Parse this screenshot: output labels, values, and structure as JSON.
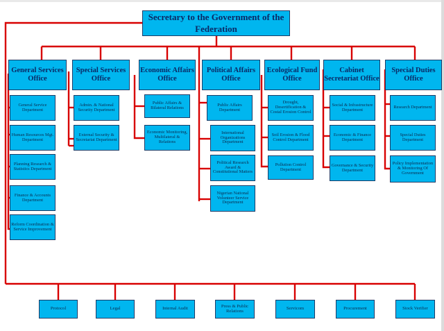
{
  "root": "Secretary to the Government of the Federation",
  "columns": [
    {
      "head": "General Services Office",
      "depts": [
        "General Service Department",
        "Human Resources Mgt. Department",
        "Planning Research & Statistics Department",
        "Finance & Accounts Department",
        "Reform Coordination & Service Improvement"
      ]
    },
    {
      "head": "Special Services Office",
      "depts": [
        "Admin. & National Security Department",
        "External Security & Secretariat Department"
      ]
    },
    {
      "head": "Economic Affairs Office",
      "depts": [
        "Public Affairs & Bilateral Relations",
        "Economic Monitoring, Multilateral & Relations"
      ]
    },
    {
      "head": "Political Affairs Office",
      "depts": [
        "Public Affairs Department",
        "International Organizations Department",
        "Political Research Award & Constitutional Matters",
        "Nigerian National Volunteer Service Department"
      ]
    },
    {
      "head": "Ecological Fund Office",
      "depts": [
        "Drought, Desertification & Costal Erosion Control",
        "Soil Erosion & Flood Control Department",
        "Pollution Control Department"
      ]
    },
    {
      "head": "Cabinet Secretariat Office",
      "depts": [
        "Social & Infrastructure Department",
        "Economic & Finance Department",
        "Governance & Security Department"
      ]
    },
    {
      "head": "Special Duties Office",
      "depts": [
        "Research Department",
        "Special Duties Department",
        "Policy Implementation & Monitoring Of Government"
      ]
    }
  ],
  "bottom_units": [
    "Protocol",
    "Legal",
    "Internal Audit",
    "Press & Public Relations",
    "Servicom",
    "Procurement",
    "Stock Verifier"
  ]
}
